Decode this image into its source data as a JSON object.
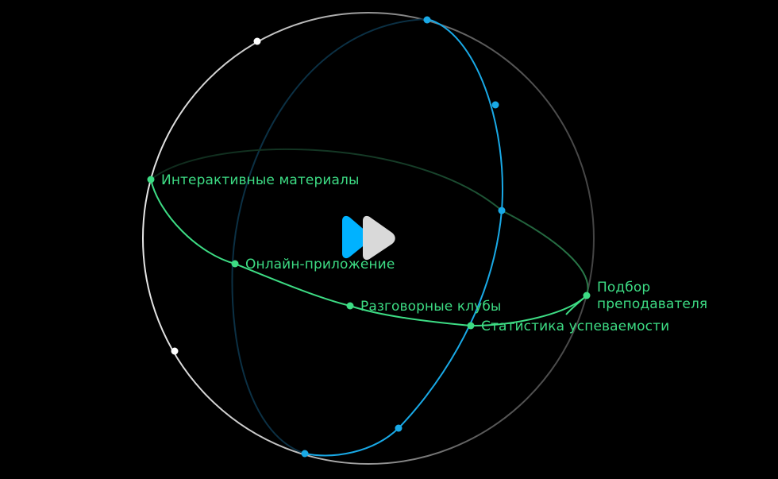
{
  "colors": {
    "background": "#000000",
    "green": "#3ddc84",
    "blue": "#19a9e6",
    "white": "#ffffff",
    "logo_blue": "#00b2ff",
    "logo_gray": "#d9d9d9"
  },
  "logo": {
    "icon": "play-forward-logo"
  },
  "labels": {
    "interactive": "Интерактивные материалы",
    "online_app": "Онлайн-приложение",
    "speaking_clubs": "Разговорные клубы",
    "statistics": "Статистика успеваемости",
    "tutor_line1": "Подбор",
    "tutor_line2": "преподавателя"
  }
}
